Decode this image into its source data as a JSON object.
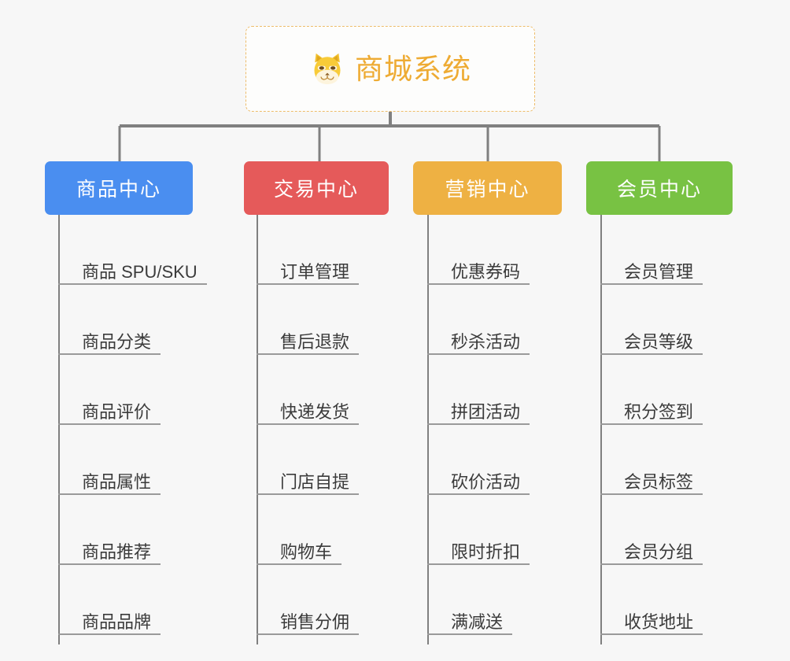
{
  "theme": {
    "background": "#f7f7f7",
    "connector_color": "#808080",
    "leaf_line_color": "#9a9a9a",
    "leaf_text_color": "#3b3b3b",
    "root_border_color": "#edbc6a",
    "root_text_color": "#eeab33"
  },
  "root": {
    "title": "商城系统",
    "icon": "shiba-inu-icon"
  },
  "categories": [
    {
      "label": "商品中心",
      "color": "#4a8ef0",
      "items": [
        "商品 SPU/SKU",
        "商品分类",
        "商品评价",
        "商品属性",
        "商品推荐",
        "商品品牌"
      ]
    },
    {
      "label": "交易中心",
      "color": "#e55a5a",
      "items": [
        "订单管理",
        "售后退款",
        "快递发货",
        "门店自提",
        "购物车",
        "销售分佣"
      ]
    },
    {
      "label": "营销中心",
      "color": "#eeb143",
      "items": [
        "优惠券码",
        "秒杀活动",
        "拼团活动",
        "砍价活动",
        "限时折扣",
        "满减送"
      ]
    },
    {
      "label": "会员中心",
      "color": "#78c243",
      "items": [
        "会员管理",
        "会员等级",
        "积分签到",
        "会员标签",
        "会员分组",
        "收货地址"
      ]
    }
  ]
}
